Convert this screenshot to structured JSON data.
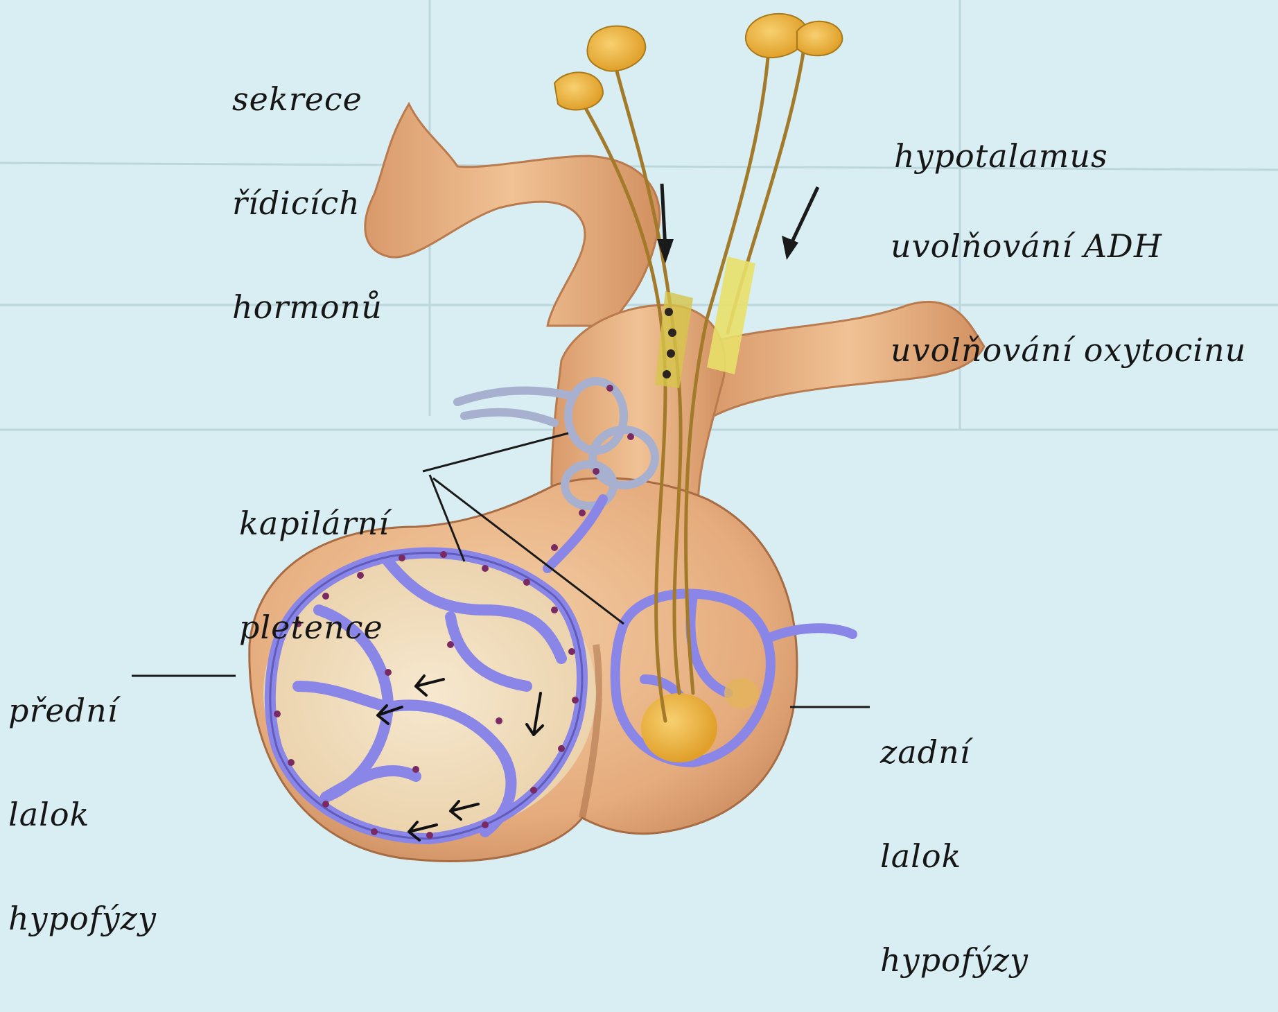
{
  "labels": {
    "secretion": [
      "sekrece",
      "řídicích",
      "hormonů"
    ],
    "hypothalamus": [
      "hypotalamus"
    ],
    "release": [
      "uvolňování ADH",
      "uvolňování oxytocinu"
    ],
    "capillary": [
      "kapilární",
      "pletence"
    ],
    "anterior": [
      "přední",
      "lalok",
      "hypofýzy"
    ],
    "posterior": [
      "zadní",
      "lalok",
      "hypofýzy"
    ]
  },
  "colors": {
    "background": "#d8eef2",
    "tissue": "#e9b488",
    "tissue_dark": "#c98a5c",
    "capillary": "#8a86e8",
    "capillary_dark": "#4e4aa8",
    "neuron": "#f2b53a",
    "axon_highlight": "#e8e06a",
    "dot": "#7a2a62"
  }
}
